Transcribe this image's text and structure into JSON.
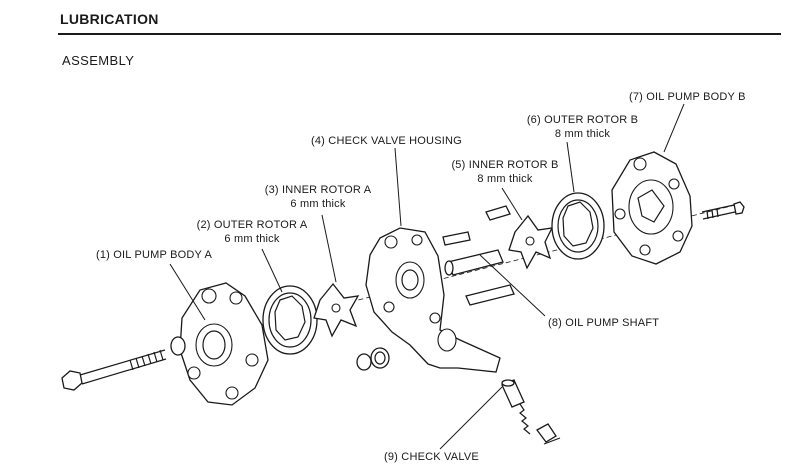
{
  "header": {
    "section_title": "LUBRICATION",
    "subheading": "ASSEMBLY"
  },
  "diagram": {
    "kind": "exploded-view",
    "subject": "oil pump",
    "callouts": {
      "part1": {
        "label": "(1) OIL PUMP BODY A"
      },
      "part2": {
        "label": "(2) OUTER ROTOR A",
        "note": "6 mm thick"
      },
      "part3": {
        "label": "(3) INNER ROTOR A",
        "note": "6 mm thick"
      },
      "part4": {
        "label": "(4) CHECK VALVE HOUSING"
      },
      "part5": {
        "label": "(5) INNER ROTOR B",
        "note": "8 mm thick"
      },
      "part6": {
        "label": "(6) OUTER ROTOR B",
        "note": "8 mm thick"
      },
      "part7": {
        "label": "(7) OIL PUMP BODY B"
      },
      "part8": {
        "label": "(8) OIL PUMP SHAFT"
      },
      "part9": {
        "label": "(9) CHECK VALVE"
      }
    }
  }
}
